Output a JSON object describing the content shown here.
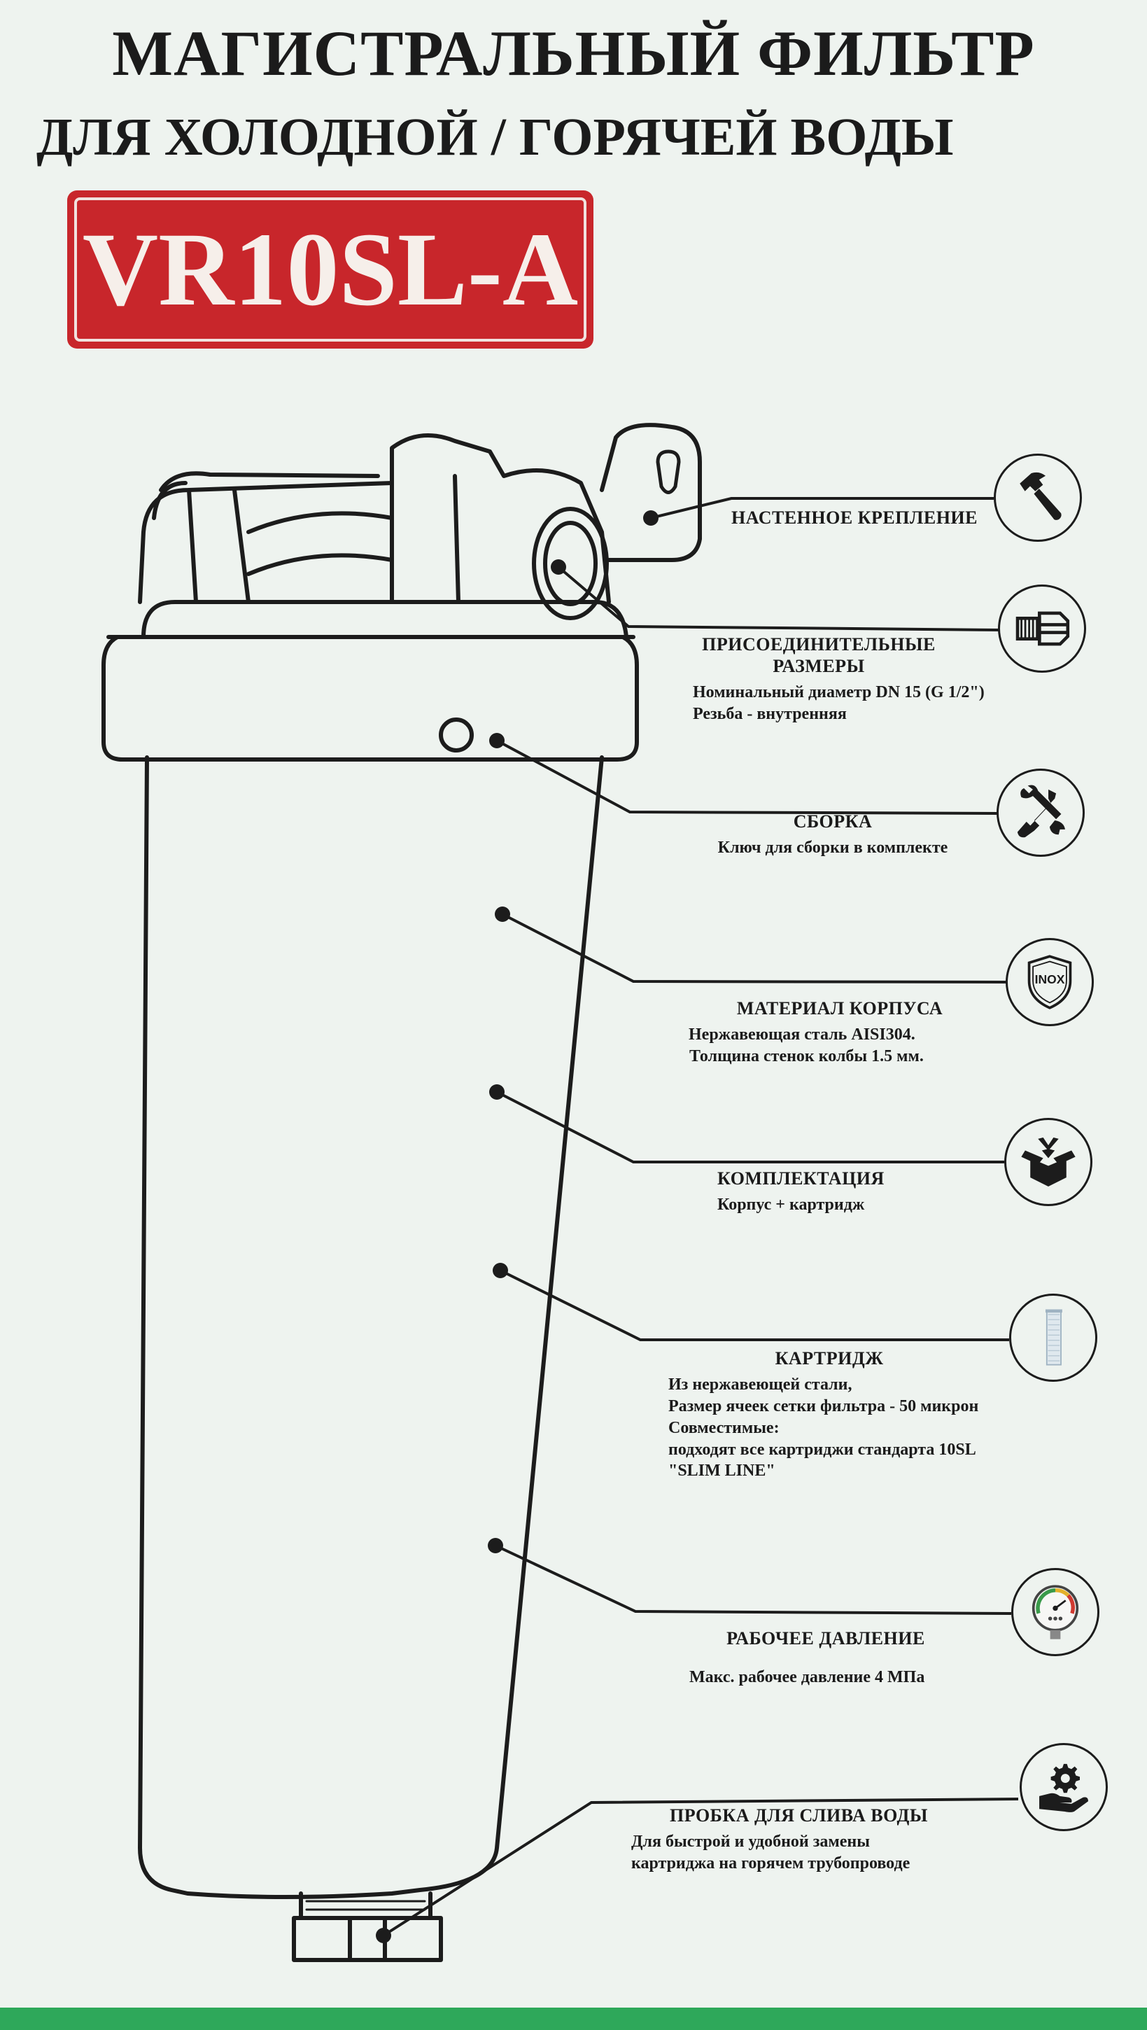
{
  "header": {
    "title_line1": "МАГИСТРАЛЬНЫЙ ФИЛЬТР",
    "title_line2": "ДЛЯ ХОЛОДНОЙ / ГОРЯЧЕЙ ВОДЫ",
    "model": "VR10SL-A"
  },
  "colors": {
    "badge": "#c8262b",
    "background": "#eef3ef",
    "footer_strip": "#2ea85a",
    "line": "#1c1c1c"
  },
  "features": [
    {
      "title": "НАСТЕННОЕ КРЕПЛЕНИЕ",
      "lines": [],
      "icon": "hammer-icon"
    },
    {
      "title": "ПРИСОЕДИНИТЕЛЬНЫЕ",
      "title2": "РАЗМЕРЫ",
      "lines": [
        "Номинальный диаметр DN 15 (G 1/2\")",
        "Резьба - внутренняя"
      ],
      "icon": "pipe-fitting-icon"
    },
    {
      "title": "СБОРКА",
      "lines": [
        "Ключ для сборки в комплекте"
      ],
      "icon": "tools-icon"
    },
    {
      "title": "МАТЕРИАЛ КОРПУСА",
      "lines": [
        "Нержавеющая сталь AISI304.",
        "Толщина стенок колбы 1.5 мм."
      ],
      "icon": "inox-shield-icon",
      "icon_text": "INOX"
    },
    {
      "title": "КОМПЛЕКТАЦИЯ",
      "lines": [
        "Корпус + картридж"
      ],
      "icon": "package-icon"
    },
    {
      "title": "КАРТРИДЖ",
      "lines": [
        "Из нержавеющей стали,",
        "Размер ячеек сетки фильтра - 50 микрон",
        "Совместимые:",
        "подходят все картриджи стандарта 10SL",
        "\"SLIM LINE\""
      ],
      "icon": "cartridge-icon"
    },
    {
      "title": "РАБОЧЕЕ ДАВЛЕНИЕ",
      "lines": [
        "Макс. рабочее давление 4 МПа"
      ],
      "icon": "pressure-gauge-icon"
    },
    {
      "title": "ПРОБКА ДЛЯ СЛИВА ВОДЫ",
      "lines": [
        "Для быстрой и удобной замены",
        "картриджа на горячем трубопроводе"
      ],
      "icon": "hand-gear-icon"
    }
  ]
}
